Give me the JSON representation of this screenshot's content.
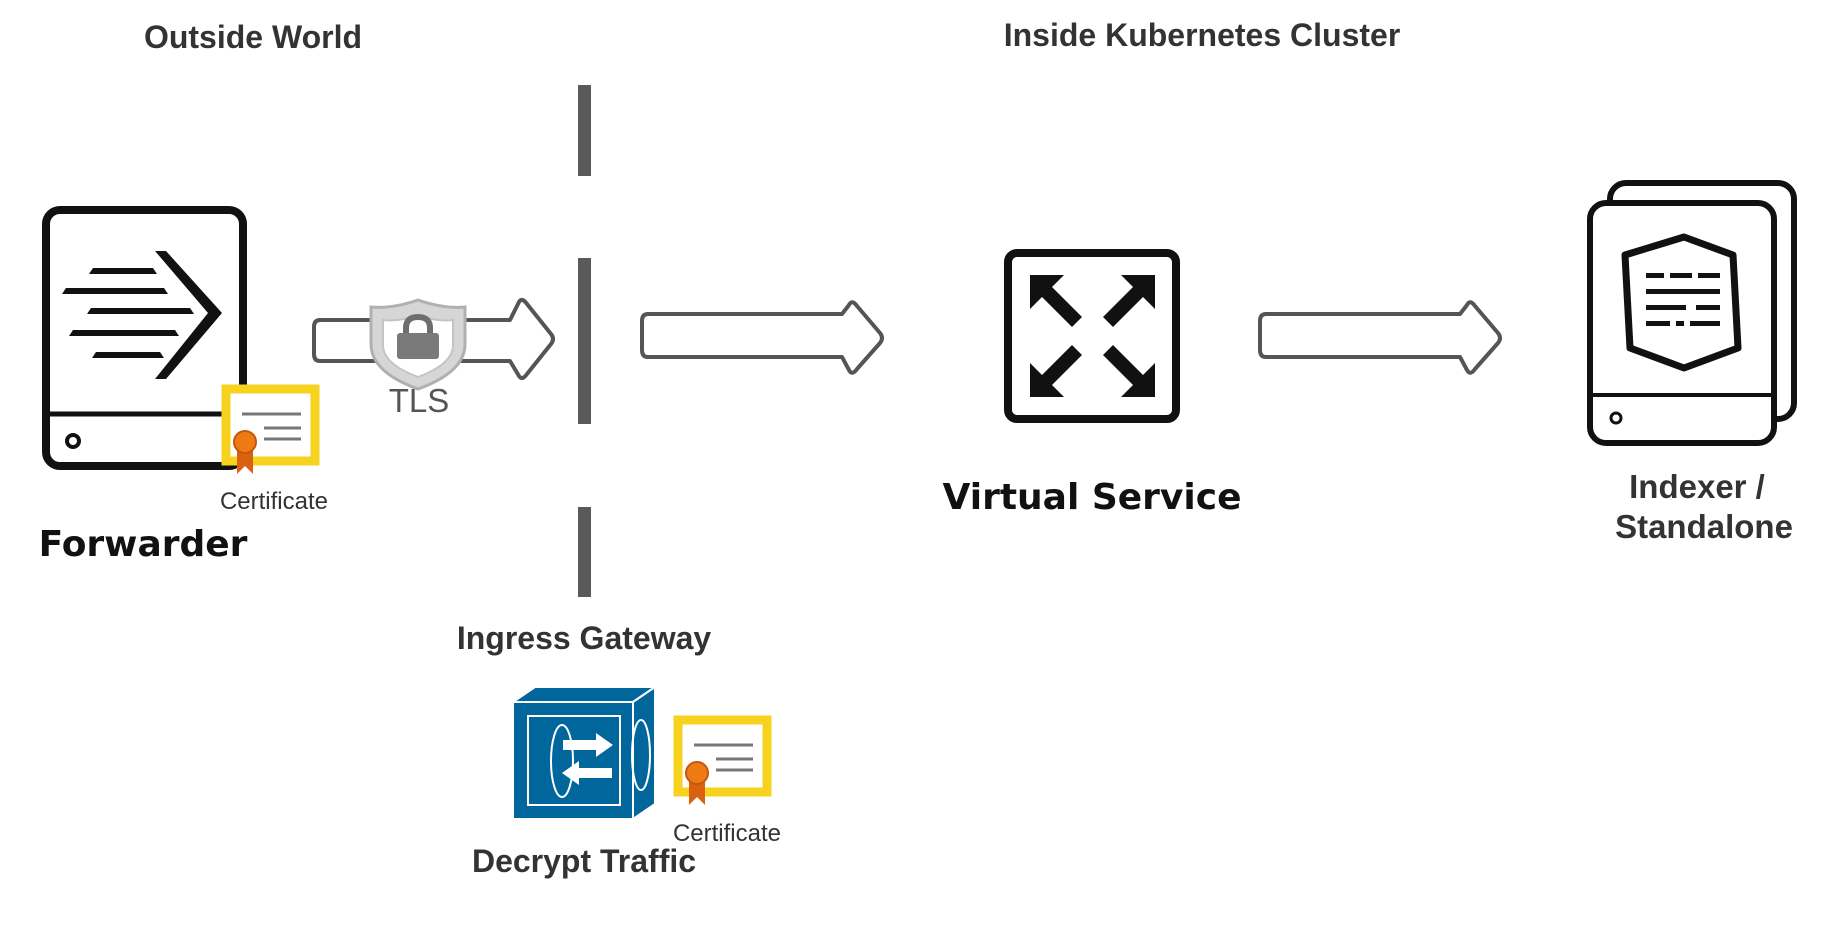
{
  "diagram": {
    "sections": {
      "outside": "Outside World",
      "inside": "Inside Kubernetes Cluster"
    },
    "nodes": {
      "forwarder": "Forwarder",
      "virtual_service": "Virtual Service",
      "indexer_line1": "Indexer /",
      "indexer_line2": "Standalone",
      "ingress_gateway": "Ingress Gateway",
      "decrypt_traffic": "Decrypt Traffic"
    },
    "labels": {
      "tls": "TLS",
      "certificate_forwarder": "Certificate",
      "certificate_gateway": "Certificate"
    },
    "icons": {
      "forwarder": "forwarder-server-icon",
      "certificate": "certificate-icon",
      "tls": "lock-shield-icon",
      "gateway": "gateway-firewall-icon",
      "virtual_service": "expand-arrows-icon",
      "indexer": "indexer-server-stack-icon"
    },
    "colors": {
      "ink": "#111111",
      "text": "#333333",
      "divider": "#5a5a5a",
      "arrow_stroke": "#555555",
      "certificate_frame": "#f7d21e",
      "ribbon": "#ee7a14",
      "gateway_blue": "#00669c"
    }
  }
}
